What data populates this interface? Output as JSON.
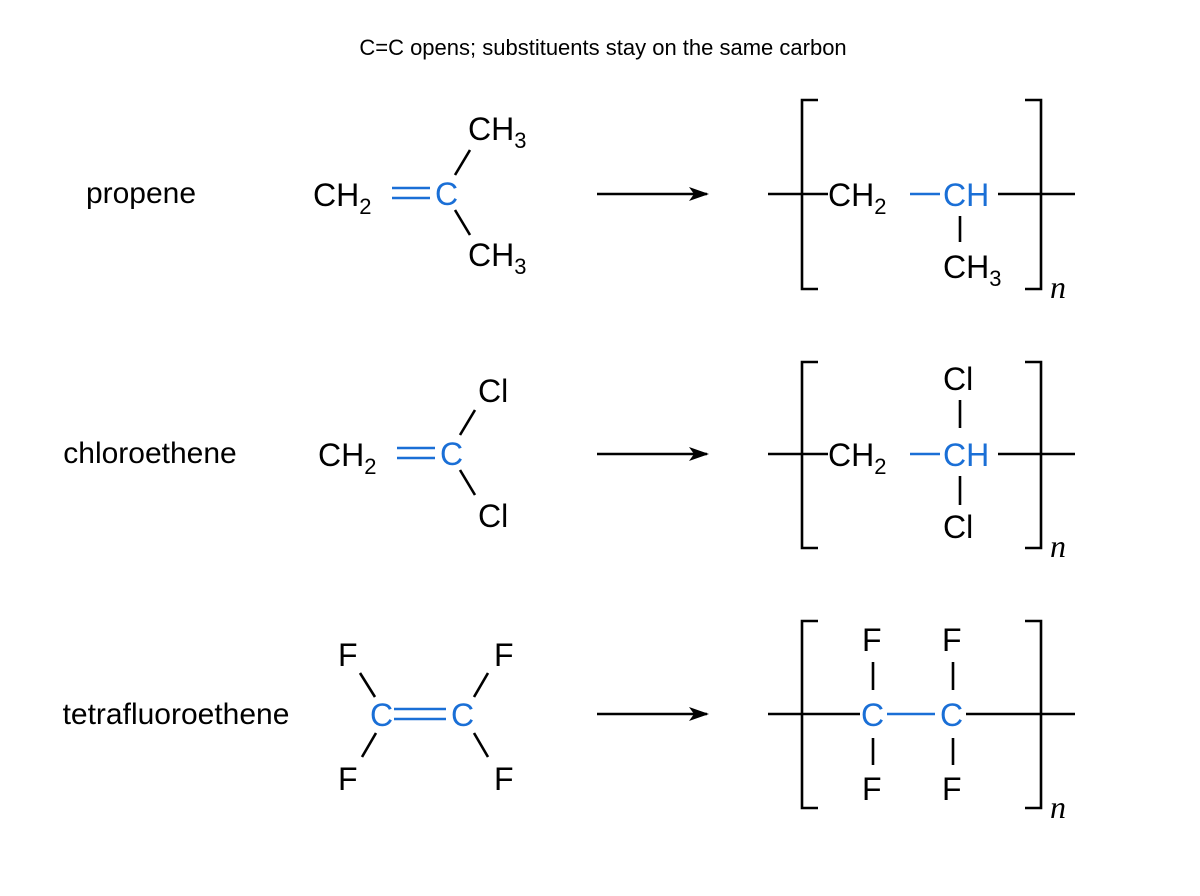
{
  "title": "C=C opens; substituents stay on the same carbon",
  "colors": {
    "highlight": "#1a6fd6",
    "text": "#000000"
  },
  "atoms": {
    "CH": "CH",
    "CH2": "CH",
    "CH3": "CH",
    "sub2": "2",
    "sub3": "3",
    "C": "C",
    "Cl": "Cl",
    "F": "F",
    "n": "n"
  },
  "rows": [
    {
      "monomer": "propene"
    },
    {
      "monomer": "chloroethene"
    },
    {
      "monomer": "tetrafluoroethene"
    }
  ]
}
